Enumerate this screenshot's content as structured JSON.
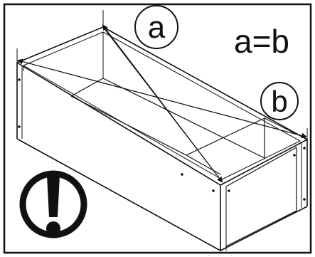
{
  "labels": {
    "diagonal_a": "a",
    "diagonal_b": "b",
    "equation": "a=b"
  },
  "icons": {
    "warning": "exclamation-mark-in-circle"
  },
  "colors": {
    "line": "#111111",
    "background": "#ffffff"
  }
}
